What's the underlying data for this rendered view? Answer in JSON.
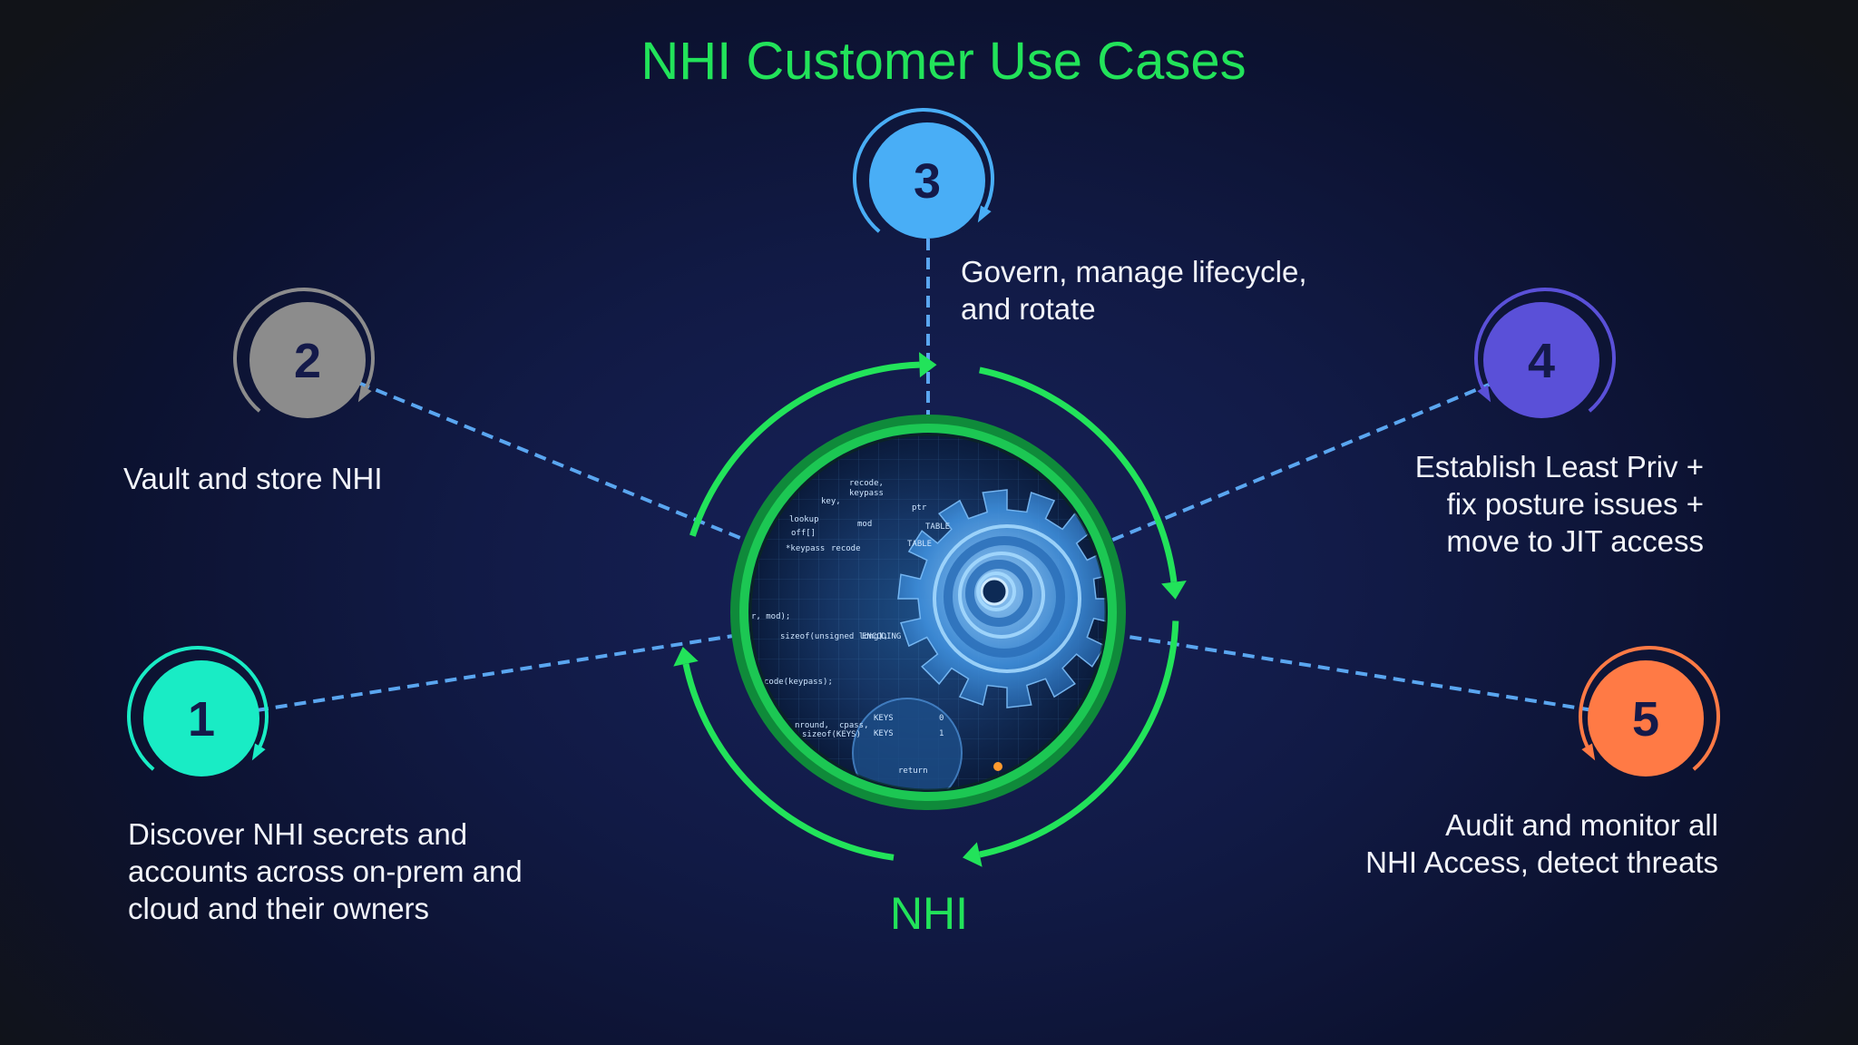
{
  "title": "NHI Customer Use Cases",
  "center": {
    "caption": "NHI",
    "ring_color": "#22e35a"
  },
  "code_snippets": [
    "recode,",
    "keypass",
    "key,",
    "lookup",
    "mod",
    "ptr",
    "off[]",
    "TABLE",
    "TABLE",
    "*keypass",
    "recode",
    "r, mod);",
    "sizeof(unsigned long),",
    "ENCODING",
    "code(keypass);",
    "KEYS",
    "0",
    "KEYS",
    "1",
    "nround,",
    "cpass,",
    "sizeof(KEYS)",
    "return"
  ],
  "use_cases": [
    {
      "number": "1",
      "color": "#19ecc5",
      "icon": "circular-arrow-icon",
      "text": "Discover NHI secrets and\naccounts across on-prem and\ncloud and their owners"
    },
    {
      "number": "2",
      "color": "#8c8c8c",
      "icon": "circular-arrow-icon",
      "text": "Vault and store NHI"
    },
    {
      "number": "3",
      "color": "#49aef6",
      "icon": "circular-arrow-icon",
      "text": "Govern, manage lifecycle,\nand rotate"
    },
    {
      "number": "4",
      "color": "#5a50d8",
      "icon": "circular-arrow-icon",
      "text": "Establish Least Priv +\nfix posture issues +\nmove to JIT access"
    },
    {
      "number": "5",
      "color": "#ff7a45",
      "icon": "circular-arrow-icon",
      "text": "Audit and monitor all\nNHI Access, detect threats"
    }
  ],
  "connector_color": "#5aa6f0",
  "number_text_color": "#141a4a"
}
